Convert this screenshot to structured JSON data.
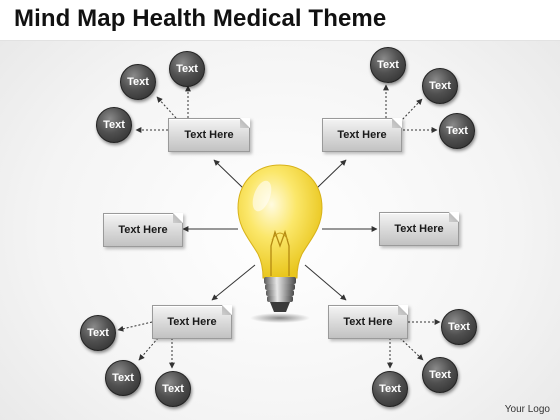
{
  "title": "Mind Map Health Medical Theme",
  "logo": "Your Logo",
  "center": {
    "icon": "light-bulb-icon",
    "bulb_color": "#f7de3c"
  },
  "boxes": {
    "top_left": "Text Here",
    "top_right": "Text Here",
    "middle_left": "Text Here",
    "middle_right": "Text Here",
    "bottom_left": "Text Here",
    "bottom_right": "Text Here"
  },
  "circles": {
    "top_left_1": "Text",
    "top_left_2": "Text",
    "top_left_3": "Text",
    "top_right_1": "Text",
    "top_right_2": "Text",
    "top_right_3": "Text",
    "bottom_left_1": "Text",
    "bottom_left_2": "Text",
    "bottom_left_3": "Text",
    "bottom_right_1": "Text",
    "bottom_right_2": "Text",
    "bottom_right_3": "Text"
  }
}
